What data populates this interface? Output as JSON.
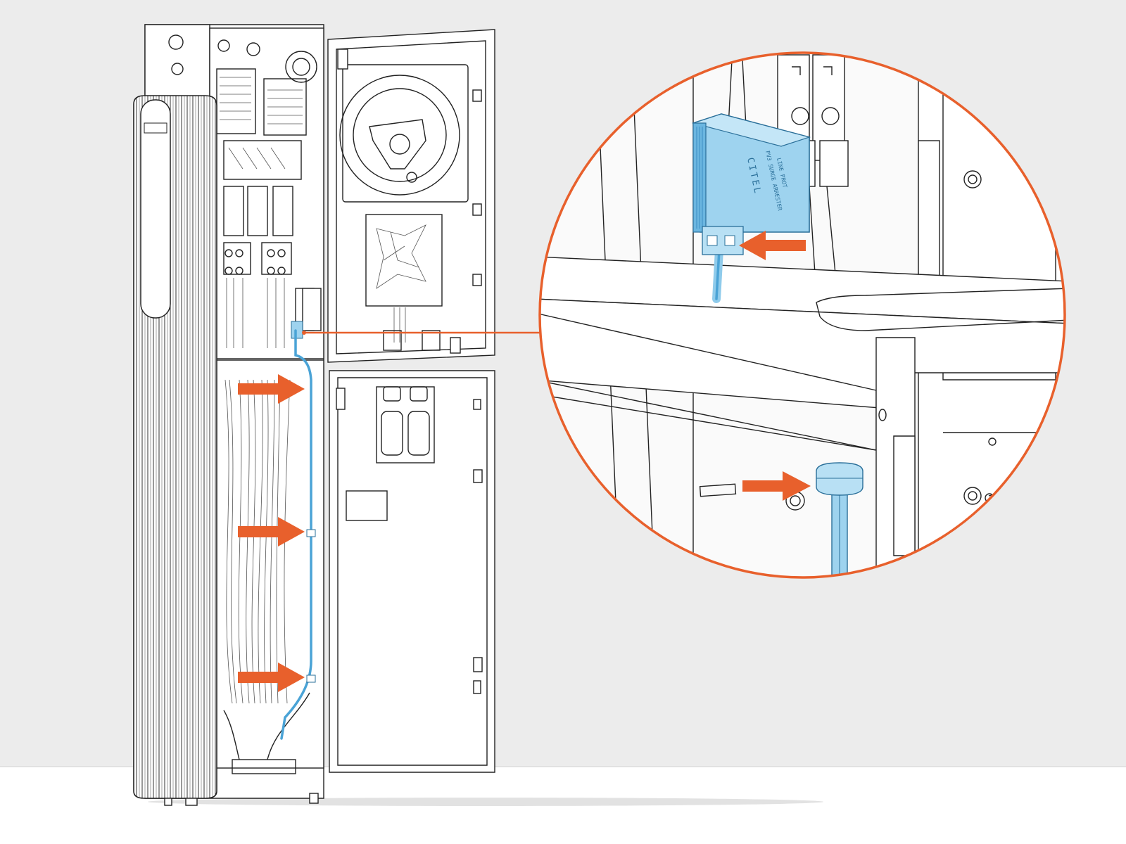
{
  "figure": {
    "description_kind": "installation-diagram",
    "accent_color": "#e8602c",
    "cable_color": "#4aa3d6",
    "surge_protector_color": "#9ed3ef",
    "background_color": "#ececec",
    "floor_color": "#ffffff"
  },
  "callout": {
    "label_brand": "CITEL",
    "label_line1": "PV3 SURGE ARRESTER",
    "label_line2": "LINE PROT"
  },
  "icons": [
    "arrow-right-icon",
    "arrow-left-icon",
    "magnifier-callout-icon",
    "cable-clip-icon"
  ]
}
